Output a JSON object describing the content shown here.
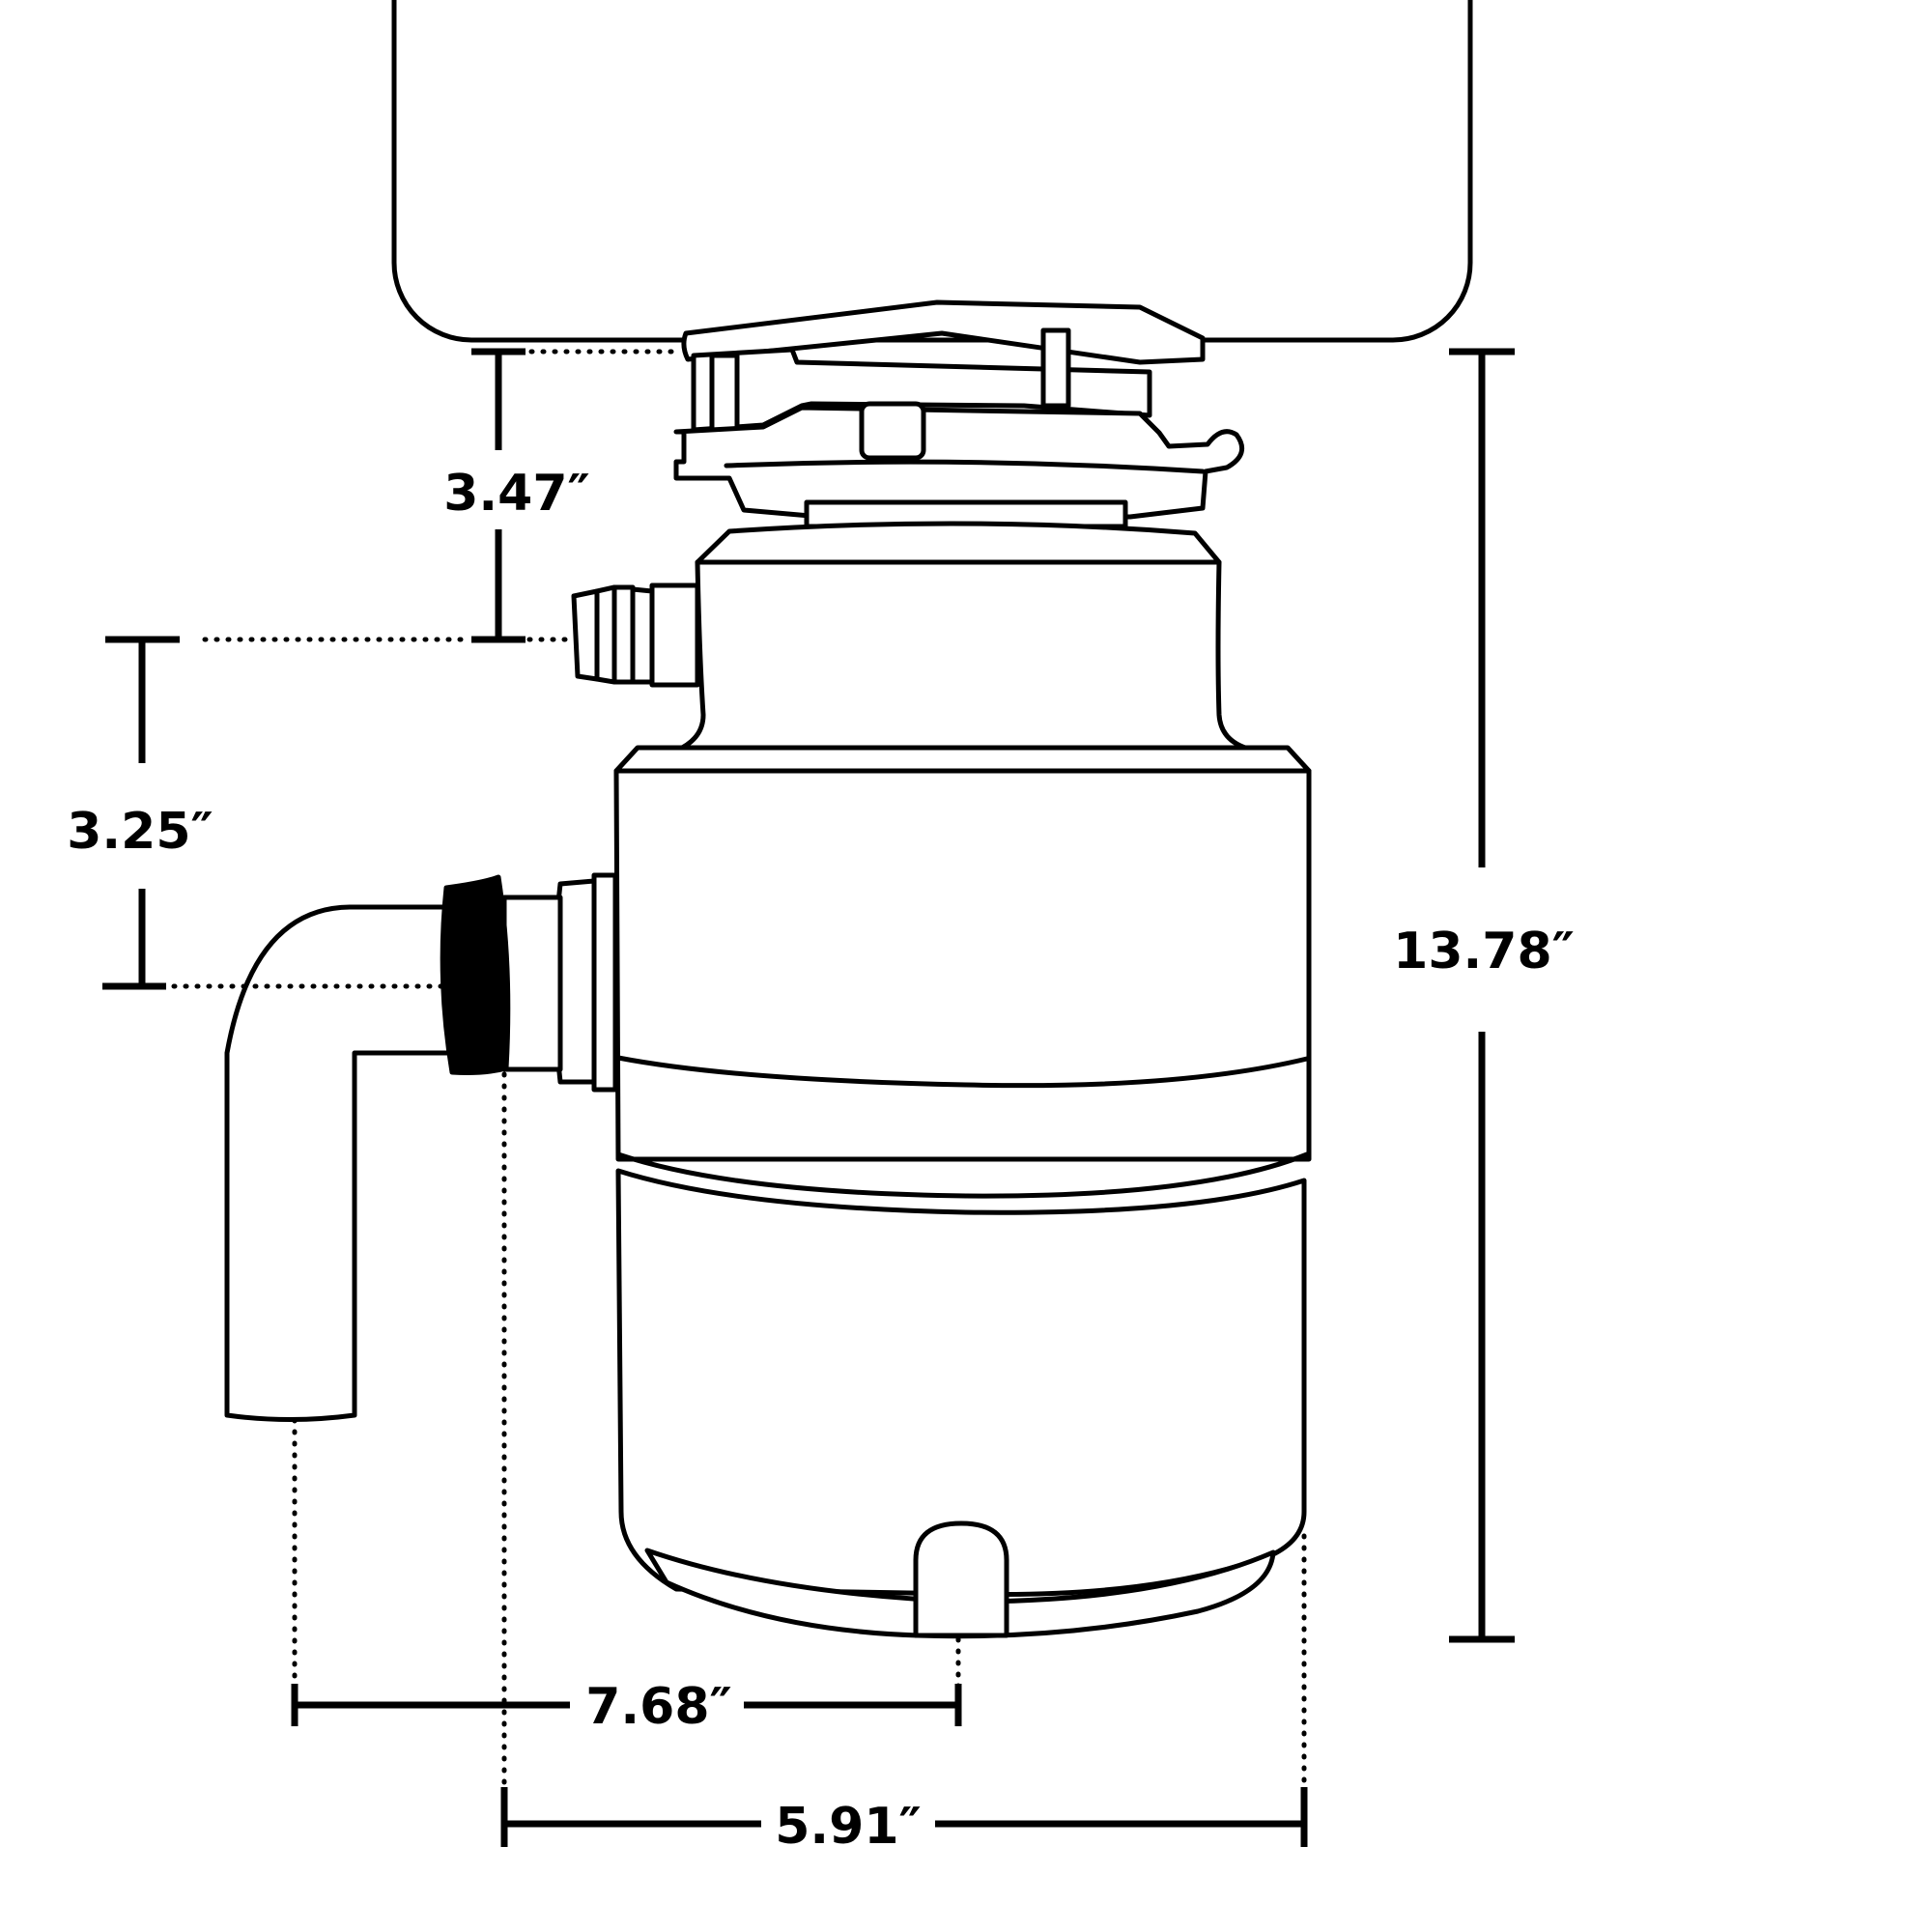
{
  "diagram": {
    "stroke_color": "#000000",
    "background_color": "#ffffff",
    "dimensions": {
      "sink_to_inlet": "3.47″",
      "inlet_to_outlet": "3.25″",
      "overall_height": "13.78″",
      "outlet_to_center": "7.68″",
      "body_width": "5.91″"
    }
  }
}
